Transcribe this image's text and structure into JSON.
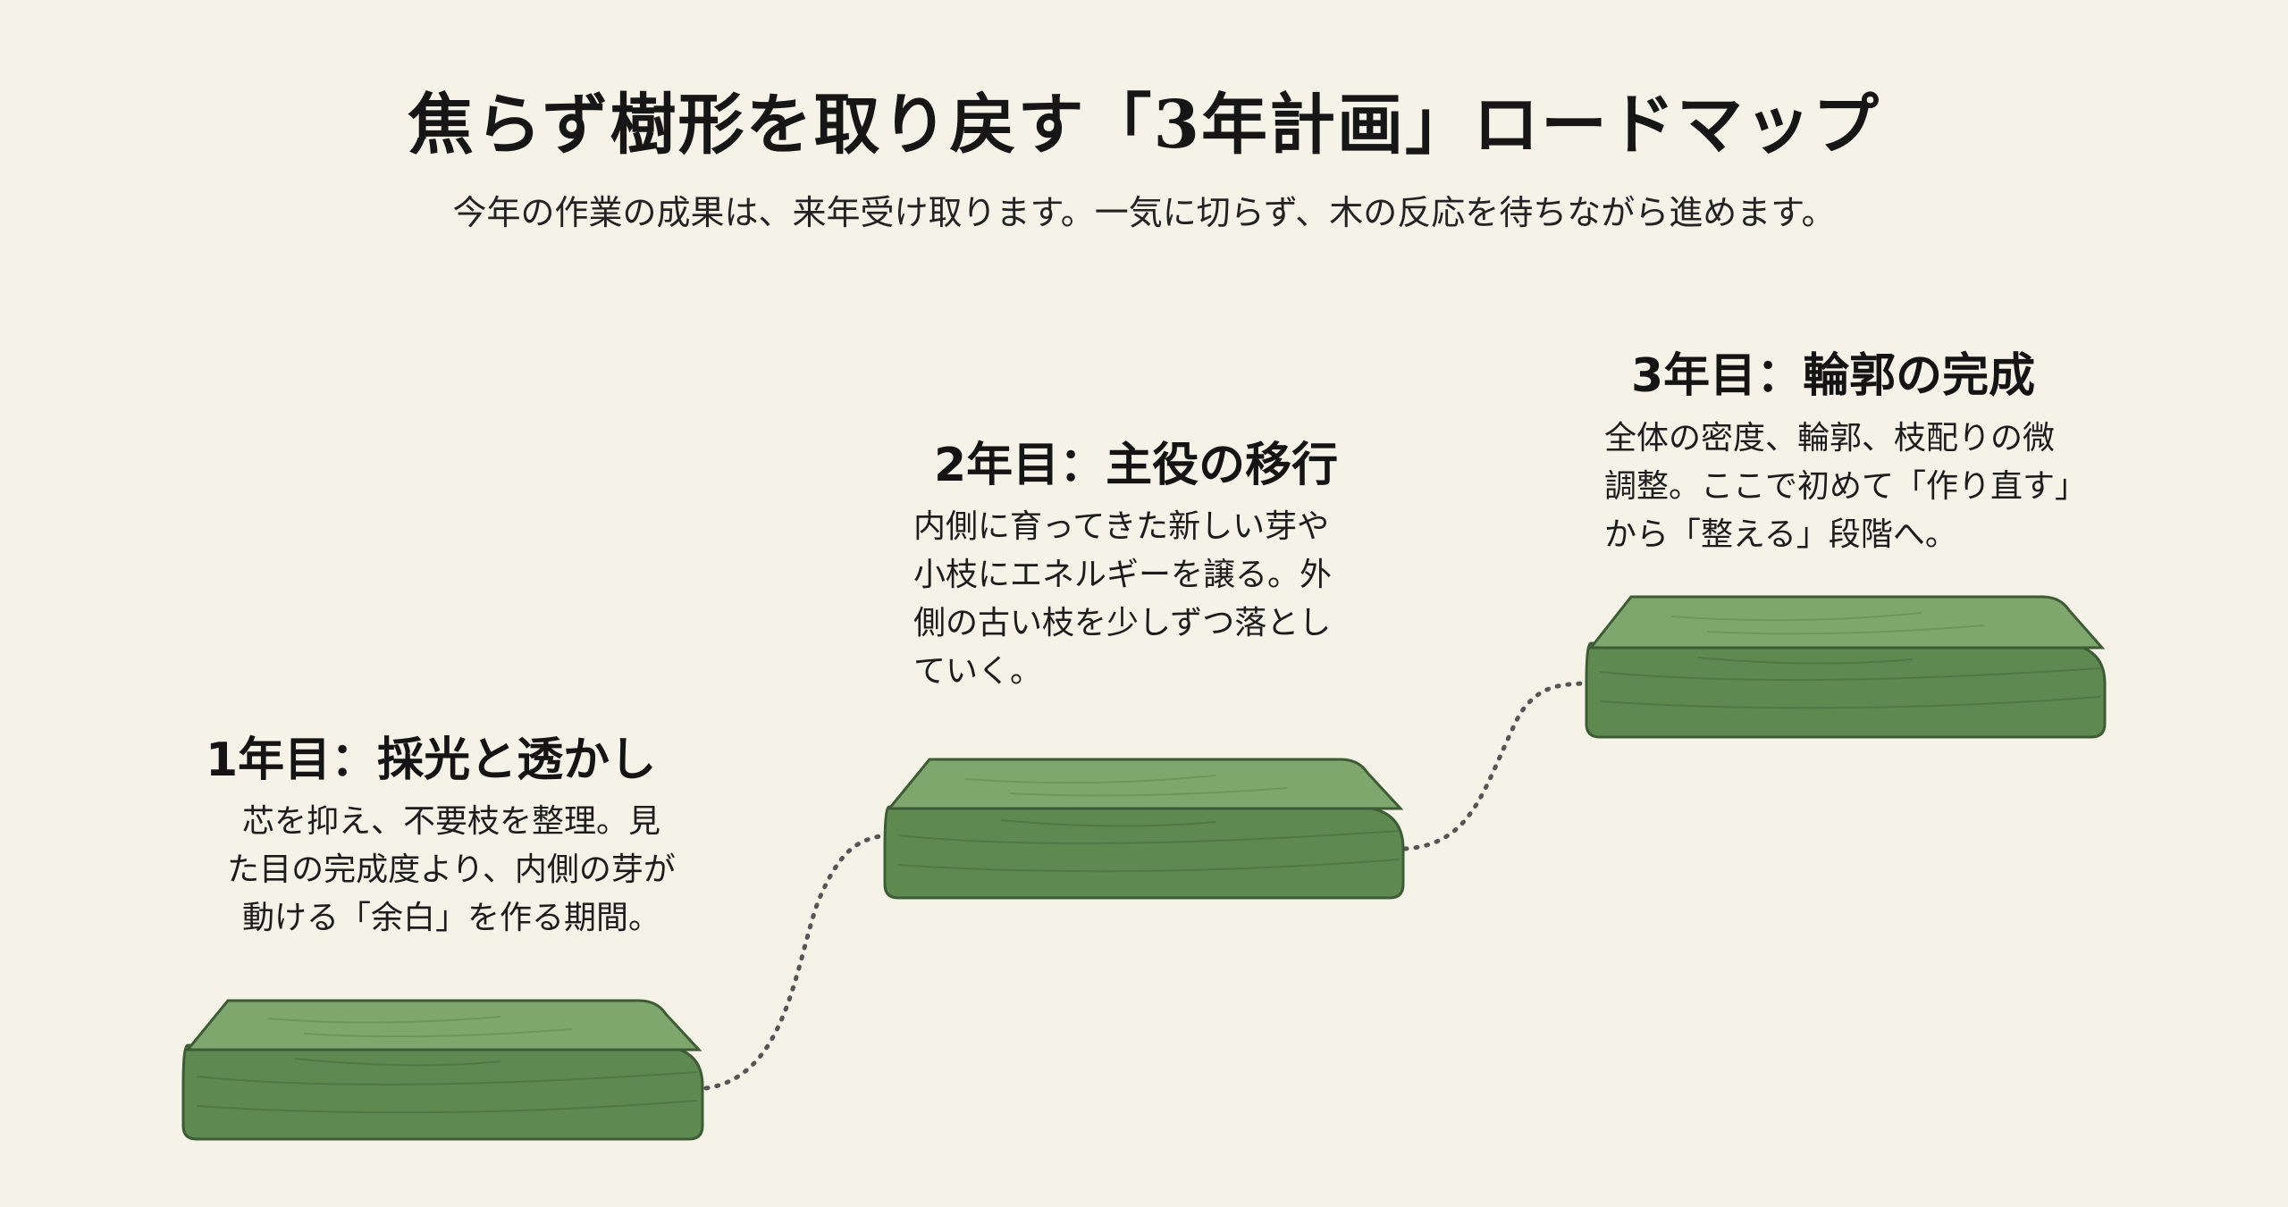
{
  "header": {
    "title": "焦らず樹形を取り戻す「3年計画」ロードマップ",
    "subtitle": "今年の作業の成果は、来年受け取ります。一気に切らず、木の反応を待ちながら進めます。"
  },
  "steps": [
    {
      "title": "1年目：採光と透かし",
      "lines": [
        "芯を抑え、不要枝を整理。見",
        "た目の完成度より、内側の芽が",
        "動ける「余白」を作る期間。"
      ]
    },
    {
      "title": "2年目：主役の移行",
      "lines": [
        "内側に育ってきた新しい芽や",
        "小枝にエネルギーを譲る。外",
        "側の古い枝を少しずつ落とし",
        "ていく。"
      ]
    },
    {
      "title": "3年目：輪郭の完成",
      "lines": [
        "全体の密度、輪郭、枝配りの微",
        "調整。ここで初めて「作り直す」",
        "から「整える」段階へ。"
      ]
    }
  ],
  "colors": {
    "background": "#f5f2e8",
    "block_top": "#7fa66d",
    "block_side": "#5e8a52",
    "block_outline": "#3d5c35",
    "connector": "#555555"
  }
}
